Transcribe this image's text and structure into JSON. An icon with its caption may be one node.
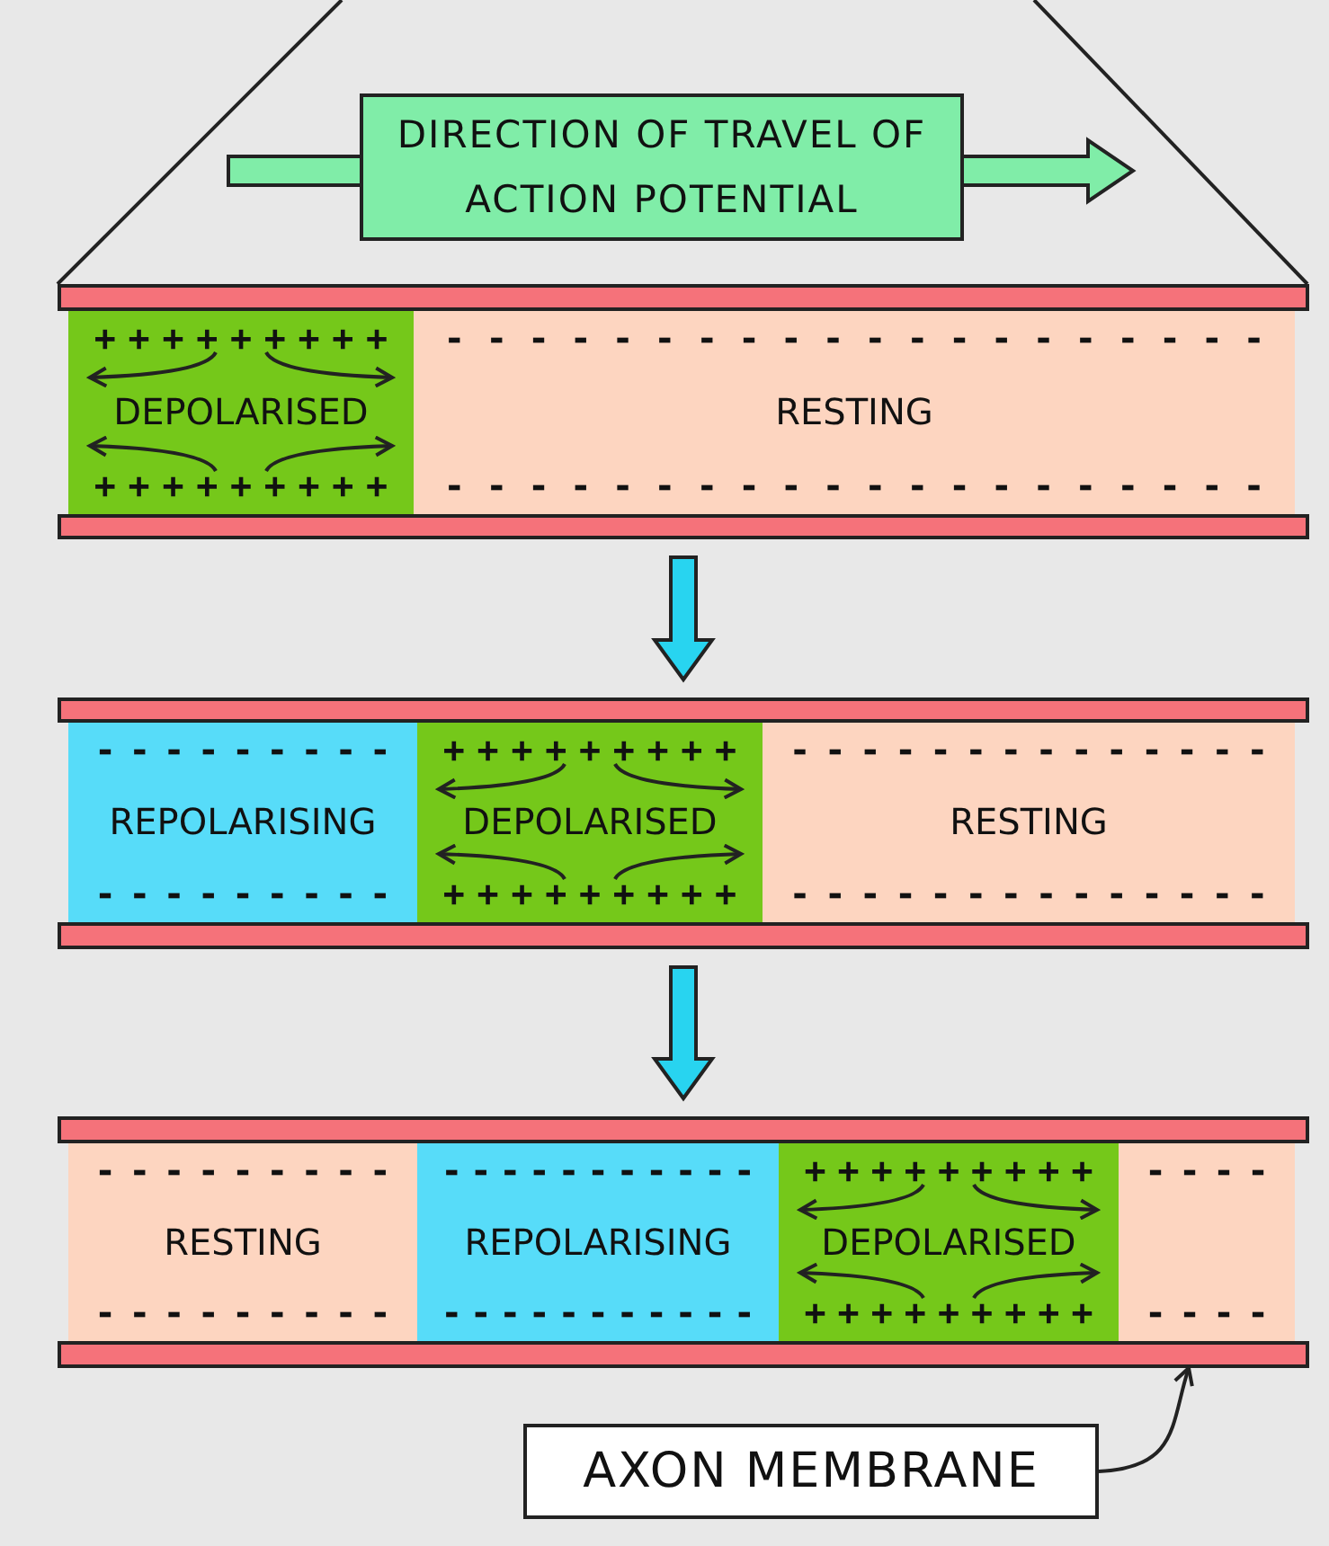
{
  "diagram": {
    "nodes": [
      {
        "text": [
          "DIRECTION OF TRAVEL OF ACTION POTENTIAL"
        ]
      },
      {
        "text": [],
        "shape": "box"
      },
      {
        "text": [],
        "shape": "bar",
        "in": 1
      },
      {
        "text": [
          "+++++++++",
          "DEPOLARISED",
          "+++++++++"
        ],
        "in": 1
      },
      {
        "text": [
          "--------------------",
          "RESTING",
          "--------------------"
        ],
        "in": 1
      },
      {
        "text": [],
        "shape": "bar",
        "in": 1
      },
      {
        "text": [],
        "shape": "box"
      },
      {
        "text": [],
        "shape": "bar",
        "in": 6
      },
      {
        "text": [
          "---------",
          "REPOLARISING",
          "---------"
        ],
        "in": 6
      },
      {
        "text": [
          "+++++++++",
          "DEPOLARISED",
          "+++++++++"
        ],
        "in": 6
      },
      {
        "text": [
          "--------------",
          "RESTING",
          "--------------"
        ],
        "in": 6
      },
      {
        "text": [],
        "shape": "bar",
        "in": 6
      },
      {
        "text": [],
        "shape": "box"
      },
      {
        "text": [],
        "shape": "bar",
        "in": 12
      },
      {
        "text": [
          "---------",
          "RESTING",
          "---------"
        ],
        "in": 12
      },
      {
        "text": [
          "-----------",
          "REPOLARISING",
          "-----------"
        ],
        "in": 12
      },
      {
        "text": [
          "+++++++++",
          "DEPOLARISED",
          "+++++++++"
        ],
        "in": 12
      },
      {
        "text": [
          "----",
          "----"
        ],
        "in": 12
      },
      {
        "text": [],
        "shape": "bar",
        "in": 12
      },
      {
        "text": [
          "AXON MEMBRANE"
        ]
      }
    ],
    "edges": [
      {
        "from": 1,
        "to": 6,
        "arrow": "to",
        "style": "thick",
        "color": "#28d4f0"
      },
      {
        "from": 6,
        "to": 12,
        "arrow": "to",
        "style": "thick",
        "color": "#28d4f0"
      },
      {
        "from": 19,
        "to": 18,
        "arrow": "to"
      }
    ]
  }
}
